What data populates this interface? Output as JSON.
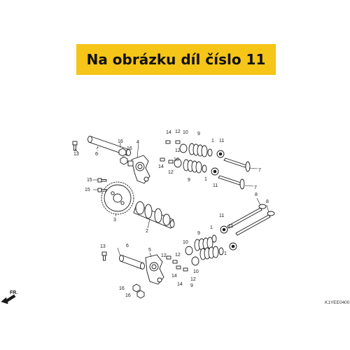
{
  "banner": {
    "text": "Na obrázku díl číslo 11",
    "background": "#f5c518"
  },
  "diagram": {
    "code": "K1YEE0400",
    "front_label": "FR.",
    "callouts": [
      "1",
      "2",
      "3",
      "4",
      "5",
      "6",
      "7",
      "8",
      "9",
      "10",
      "11",
      "12",
      "13",
      "14",
      "15",
      "16"
    ]
  }
}
